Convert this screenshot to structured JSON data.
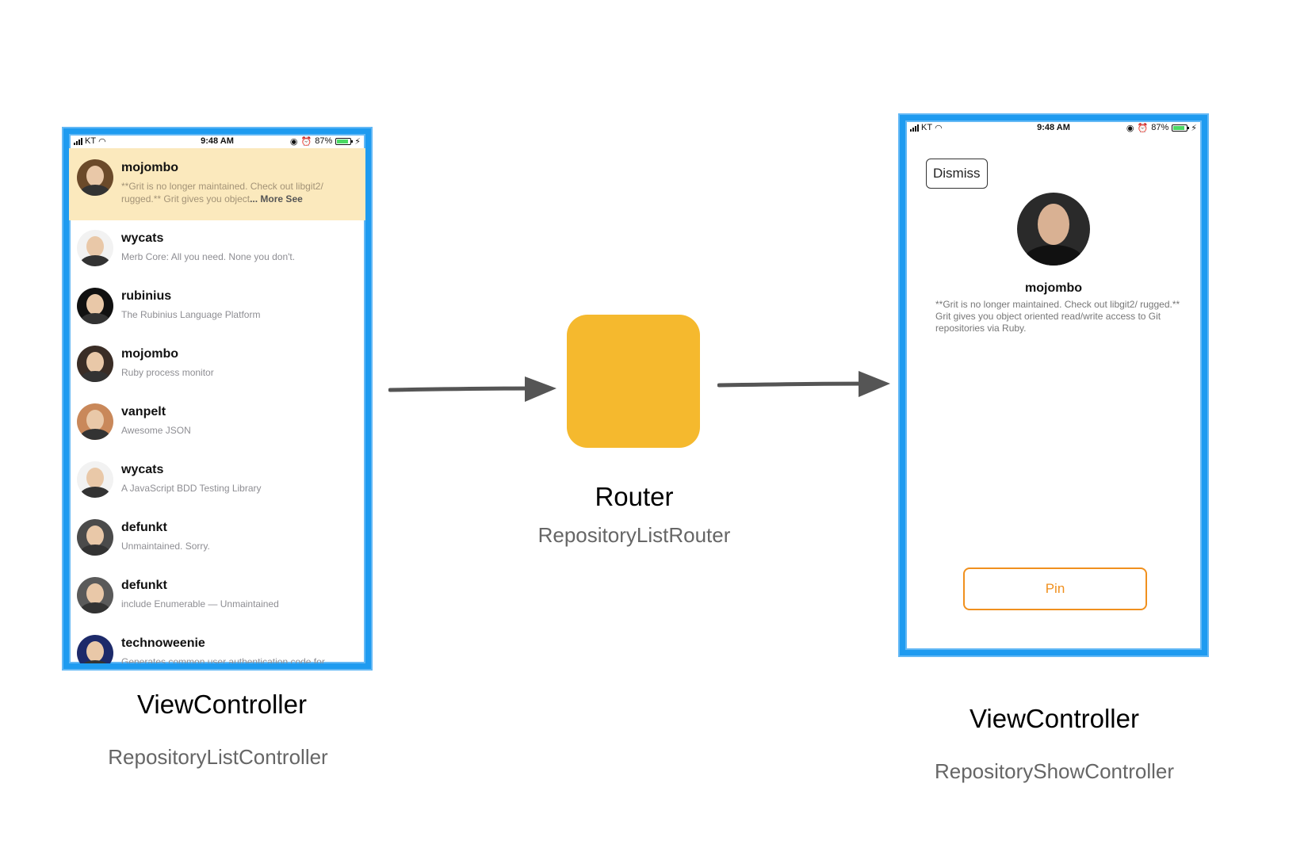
{
  "statusbar": {
    "carrier": "KT",
    "time": "9:48 AM",
    "battery": "87%",
    "battery_level": 0.87
  },
  "left_screen": {
    "rows": [
      {
        "name": "mojombo",
        "description": "**Grit is no longer maintained. Check out libgit2/ rugged.** Grit gives you object",
        "suffix": "... More See",
        "selected": true
      },
      {
        "name": "wycats",
        "description": "Merb Core: All you need. None you don't."
      },
      {
        "name": "rubinius",
        "description": "The Rubinius Language Platform"
      },
      {
        "name": "mojombo",
        "description": "Ruby process monitor"
      },
      {
        "name": "vanpelt",
        "description": "Awesome JSON"
      },
      {
        "name": "wycats",
        "description": "A JavaScript BDD Testing Library"
      },
      {
        "name": "defunkt",
        "description": "Unmaintained. Sorry."
      },
      {
        "name": "defunkt",
        "description": "include Enumerable — Unmaintained"
      },
      {
        "name": "technoweenie",
        "description": "Generates common user authentication code for"
      }
    ],
    "title": "ViewController",
    "subtitle": "RepositoryListController"
  },
  "router": {
    "title": "Router",
    "subtitle": "RepositoryListRouter",
    "color": "#f5b92e"
  },
  "right_screen": {
    "dismiss_label": "Dismiss",
    "name": "mojombo",
    "description": "**Grit is no longer maintained. Check out libgit2/ rugged.** Grit gives you object oriented read/write access to Git repositories via Ruby.",
    "pin_label": "Pin",
    "title": "ViewController",
    "subtitle": "RepositoryShowController"
  },
  "colors": {
    "frame": "#1e9bf0",
    "selected_row": "#fbe9bd",
    "pin_accent": "#f0901e",
    "arrow": "#555555"
  }
}
